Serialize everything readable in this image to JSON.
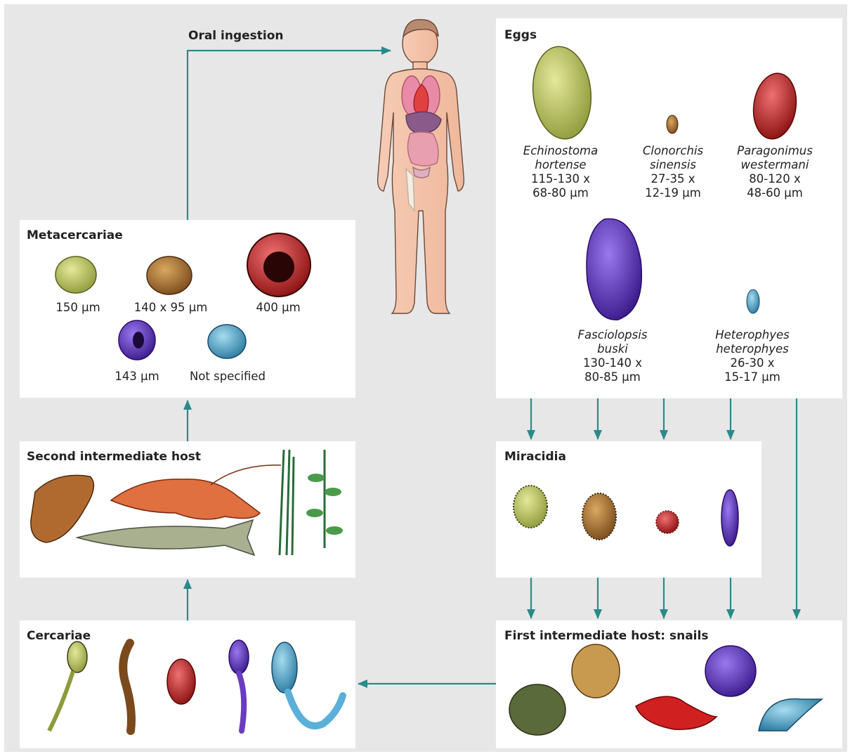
{
  "oral_ingestion": "Oral ingestion",
  "eggs": {
    "title": "Eggs",
    "items": [
      {
        "genus": "Echinostoma",
        "species": "hortense",
        "size1": "115-130 x",
        "size2": "68-80 µm"
      },
      {
        "genus": "Clonorchis",
        "species": "sinensis",
        "size1": "27-35 x",
        "size2": "12-19 µm"
      },
      {
        "genus": "Paragonimus",
        "species": "westermani",
        "size1": "80-120 x",
        "size2": "48-60 µm"
      },
      {
        "genus": "Fasciolopsis",
        "species": "buski",
        "size1": "130-140 x",
        "size2": "80-85 µm"
      },
      {
        "genus": "Heterophyes",
        "species": "heterophyes",
        "size1": "26-30 x",
        "size2": "15-17 µm"
      }
    ]
  },
  "metacercariae": {
    "title": "Metacercariae",
    "sizes": [
      "150 µm",
      "140 x 95 µm",
      "400 µm",
      "143 µm",
      "Not specified"
    ]
  },
  "second_host": {
    "title": "Second intermediate host"
  },
  "miracidia": {
    "title": "Miracidia"
  },
  "first_host": {
    "title": "First intermediate host: snails"
  },
  "cercariae": {
    "title": "Cercariae"
  },
  "colors": {
    "arrow": "#2a8a8a",
    "echinostoma": "#c2c85a",
    "clonorchis": "#9a6a30",
    "paragonimus": "#c4262a",
    "fasciolopsis": "#6a3cc0",
    "heterophyes": "#3d9ac0",
    "background": "#e7e7e7"
  }
}
